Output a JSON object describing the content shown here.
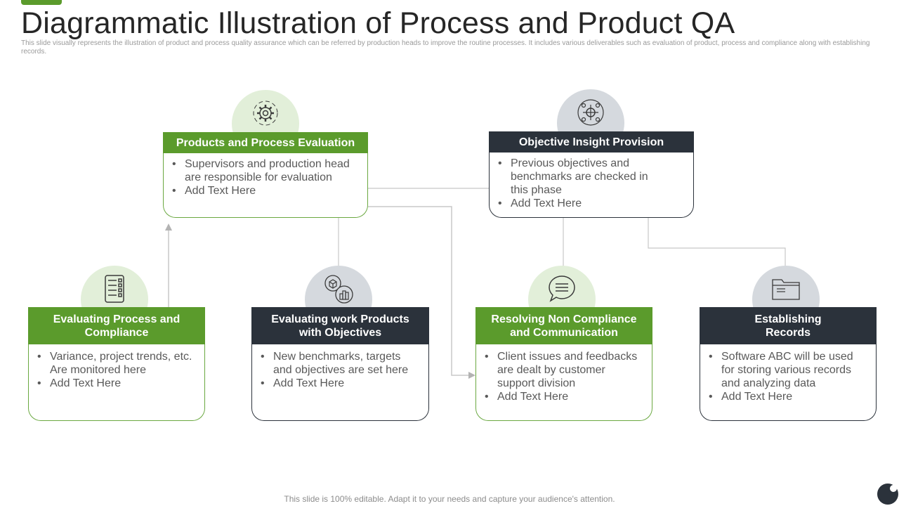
{
  "title": "Diagrammatic Illustration of Process and Product QA",
  "subtitle": "This slide visually represents the illustration of product and process quality assurance which can be referred by production heads to improve the routine processes. It includes various deliverables such as evaluation of product, process and compliance along with establishing records.",
  "footer": "This slide is 100% editable. Adapt it to your needs and capture your audience's attention.",
  "colors": {
    "green": "#5b9b2c",
    "dark": "#2b323b",
    "green_circle": "#e2efd9",
    "gray_circle": "#d5d9de"
  },
  "cards": {
    "products_eval": {
      "icon": "gear-icon",
      "title": "Products and Process  Evaluation",
      "bullets": [
        "Supervisors and production head are responsible for evaluation",
        "Add Text Here"
      ]
    },
    "objective_insight": {
      "icon": "target-icon",
      "title": "Objective Insight Provision",
      "bullets": [
        "Previous objectives and benchmarks are checked in this phase",
        "Add Text Here"
      ]
    },
    "evaluating_process": {
      "icon": "checklist-icon",
      "title": "Evaluating Process and Compliance",
      "bullets": [
        "Variance, project trends, etc. Are monitored here",
        "Add Text Here"
      ]
    },
    "evaluating_work": {
      "icon": "products-icon",
      "title": "Evaluating work Products with Objectives",
      "bullets": [
        "New benchmarks, targets and objectives are set here",
        "Add Text Here"
      ]
    },
    "resolving": {
      "icon": "chat-icon",
      "title": "Resolving Non Compliance and Communication",
      "bullets": [
        "Client issues and feedbacks are dealt by customer support division",
        "Add Text Here"
      ]
    },
    "records": {
      "icon": "folder-icon",
      "title": "Establishing Records",
      "bullets": [
        "Software ABC will be used for storing various records and analyzing  data",
        "Add Text Here"
      ]
    }
  }
}
